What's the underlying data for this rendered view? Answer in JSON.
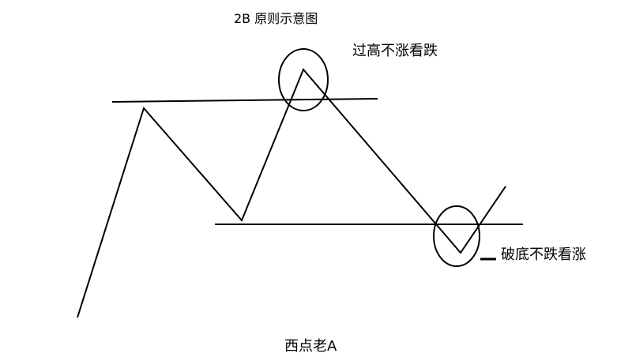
{
  "diagram": {
    "title": "2B 原则示意图",
    "annotation_top": "过高不涨看跌",
    "annotation_bottom": "破底不跌看涨",
    "author": "西点老A",
    "line_color": "#000000",
    "background_color": "#ffffff"
  }
}
